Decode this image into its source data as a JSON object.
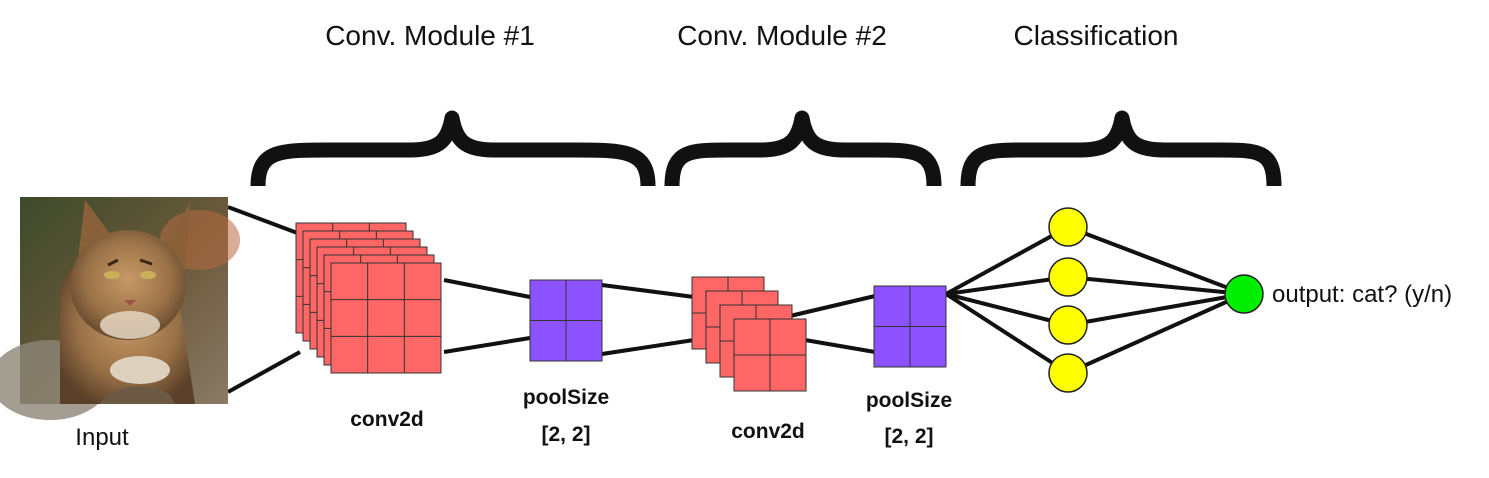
{
  "modules": [
    {
      "title": "Conv. Module #1"
    },
    {
      "title": "Conv. Module #2"
    },
    {
      "title": "Classification"
    }
  ],
  "input": {
    "label": "Input"
  },
  "layers": {
    "conv1": {
      "label": "conv2d"
    },
    "pool1": {
      "label_line1": "poolSize",
      "label_line2": "[2, 2]"
    },
    "conv2": {
      "label": "conv2d"
    },
    "pool2": {
      "label_line1": "poolSize",
      "label_line2": "[2, 2]"
    }
  },
  "output": {
    "label": "output: cat? (y/n)"
  },
  "colors": {
    "conv": "#ff6666",
    "pool": "#8c52ff",
    "hidden_neuron": "#ffff00",
    "output_neuron": "#00ee00",
    "lines": "#111111"
  }
}
